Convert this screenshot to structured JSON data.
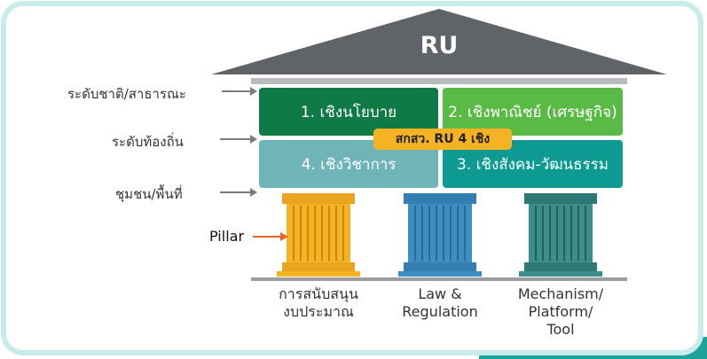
{
  "roof": {
    "title": "RU"
  },
  "levels": [
    {
      "label": "ระดับชาติ/สาธารณะ"
    },
    {
      "label": "ระดับท้องถิ่น"
    },
    {
      "label": "ชุมชน/พื้นที่"
    }
  ],
  "boxes": [
    {
      "text": "1. เชิงนโยบาย",
      "color": "#0f7a46"
    },
    {
      "text": "2. เชิงพาณิชย์ (เศรษฐกิจ)",
      "color": "#5aba46"
    },
    {
      "text": "4. เชิงวิชาการ",
      "color": "#6fb5b8"
    },
    {
      "text": "3. เชิงสังคม-วัฒนธรรม",
      "color": "#0d9a93"
    }
  ],
  "badge": {
    "text": "สกสว. RU 4 เชิง",
    "color": "#f5b324"
  },
  "pillar_label": "Pillar",
  "pillars": [
    {
      "line1": "การสนับสนุน",
      "line2": "งบประมาณ",
      "line3": "",
      "color": "#f5b324"
    },
    {
      "line1": "Law &",
      "line2": "Regulation",
      "line3": "",
      "color": "#3d8fc2"
    },
    {
      "line1": "Mechanism/",
      "line2": "Platform/",
      "line3": "Tool",
      "color": "#3d8d8a"
    }
  ],
  "colors": {
    "border": "#c8ecea",
    "roof": "#606468",
    "accent": "#1ea39a",
    "arrow_gray": "#7a7a7a",
    "arrow_orange": "#e8602a"
  }
}
